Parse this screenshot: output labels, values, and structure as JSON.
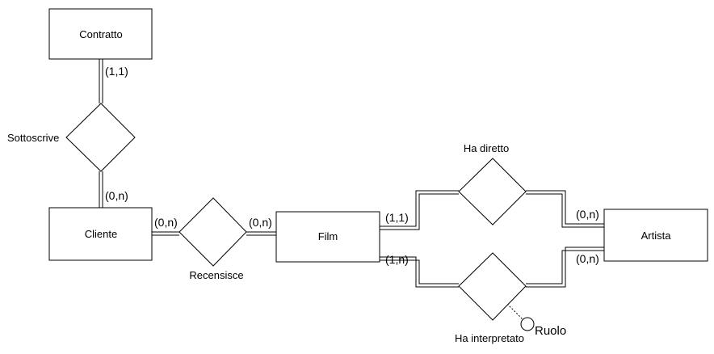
{
  "entities": {
    "contratto": "Contratto",
    "cliente": "Cliente",
    "film": "Film",
    "artista": "Artista"
  },
  "relationships": {
    "sottoscrive": "Sottoscrive",
    "recensisce": "Recensisce",
    "ha_diretto": "Ha diretto",
    "ha_interpretato": "Ha interpretato"
  },
  "attributes": {
    "ruolo": "Ruolo"
  },
  "cardinalities": {
    "contratto_sottoscrive": "(1,1)",
    "cliente_sottoscrive": "(0,n)",
    "cliente_recensisce": "(0,n)",
    "film_recensisce": "(0,n)",
    "film_ha_diretto": "(1,1)",
    "film_ha_interpretato": "(1,n)",
    "artista_ha_diretto": "(0,n)",
    "artista_ha_interpretato": "(0,n)"
  }
}
